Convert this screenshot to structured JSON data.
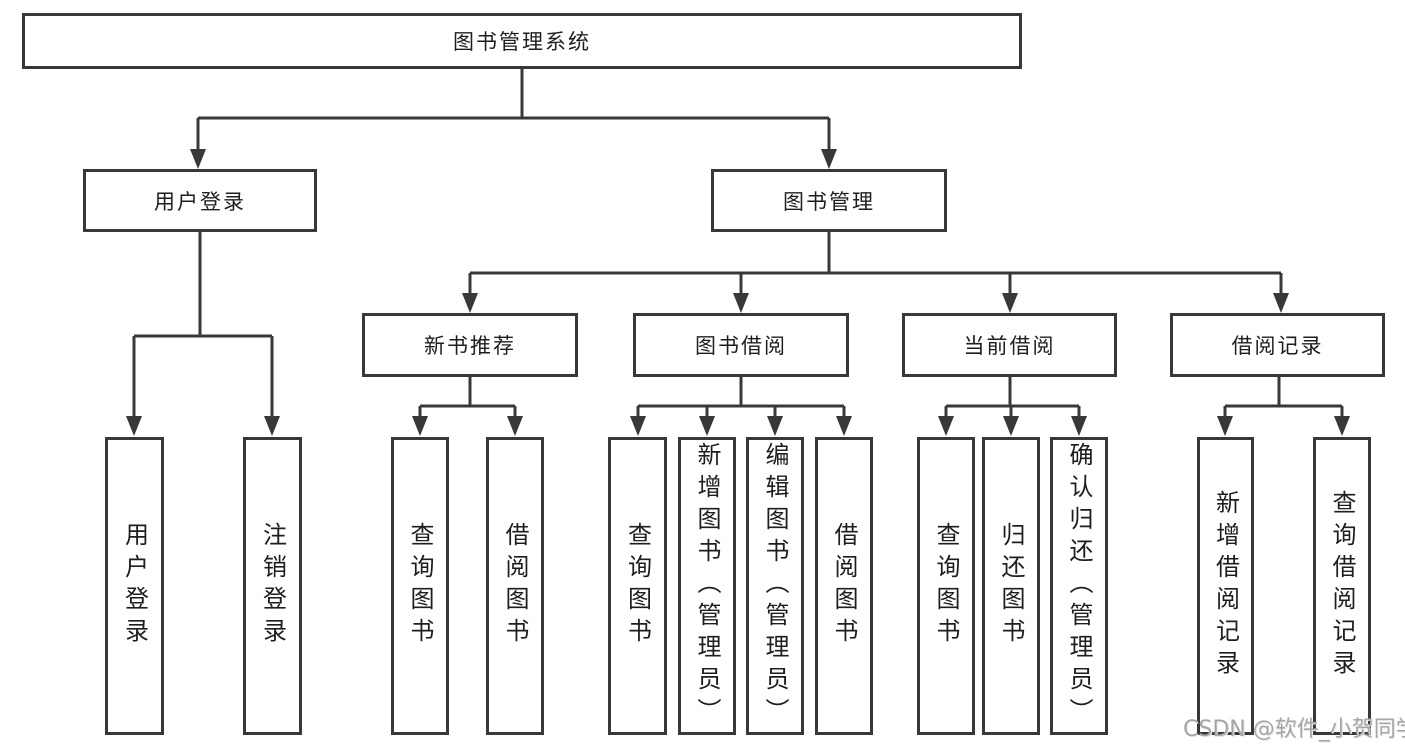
{
  "colors": {
    "line": "#383838",
    "box_border": "#383838",
    "text": "#1e1e1e",
    "background": "#ffffff",
    "watermark": "#a6a6a6"
  },
  "watermark": {
    "text": "CSDN @软件_小贺同学"
  },
  "tree": {
    "root": {
      "label": "图书管理系统"
    },
    "branches": [
      {
        "label": "用户登录",
        "children": [
          {
            "label": "用户登录"
          },
          {
            "label": "注销登录"
          }
        ]
      },
      {
        "label": "图书管理",
        "sections": [
          {
            "label": "新书推荐",
            "children": [
              {
                "label": "查询图书"
              },
              {
                "label": "借阅图书"
              }
            ]
          },
          {
            "label": "图书借阅",
            "children": [
              {
                "label": "查询图书"
              },
              {
                "label": "新增图书（管理员）"
              },
              {
                "label": "编辑图书（管理员）"
              },
              {
                "label": "借阅图书"
              }
            ]
          },
          {
            "label": "当前借阅",
            "children": [
              {
                "label": "查询图书"
              },
              {
                "label": "归还图书"
              },
              {
                "label": "确认归还（管理员）"
              }
            ]
          },
          {
            "label": "借阅记录",
            "children": [
              {
                "label": "新增借阅记录"
              },
              {
                "label": "查询借阅记录"
              }
            ]
          }
        ]
      }
    ]
  }
}
